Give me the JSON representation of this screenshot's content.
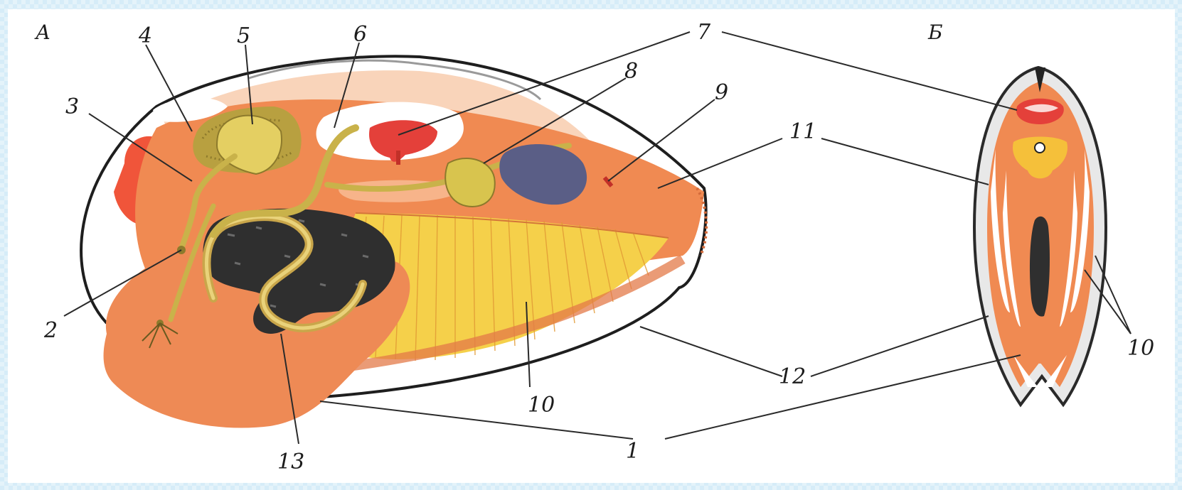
{
  "diagram": {
    "panels": [
      {
        "id": "A",
        "text": "А"
      },
      {
        "id": "B",
        "text": "Б"
      }
    ],
    "callouts": [
      "1",
      "2",
      "3",
      "4",
      "5",
      "6",
      "7",
      "8",
      "9",
      "10",
      "11",
      "12",
      "13"
    ],
    "colors": {
      "mantle": "#f08a52",
      "mantle_light": "#f7b48a",
      "foot": "#ee8a55",
      "gills": "#f5d04a",
      "digestive_gland": "#2f2f2f",
      "heart": "#e4403a",
      "kidney": "#5a5e86",
      "ganglia_nerves": "#c9b24a",
      "gonad": "#b8a040",
      "shell_edge": "#1e1e1e",
      "background": "#ffffff",
      "frame": "#d6ecf8"
    }
  }
}
